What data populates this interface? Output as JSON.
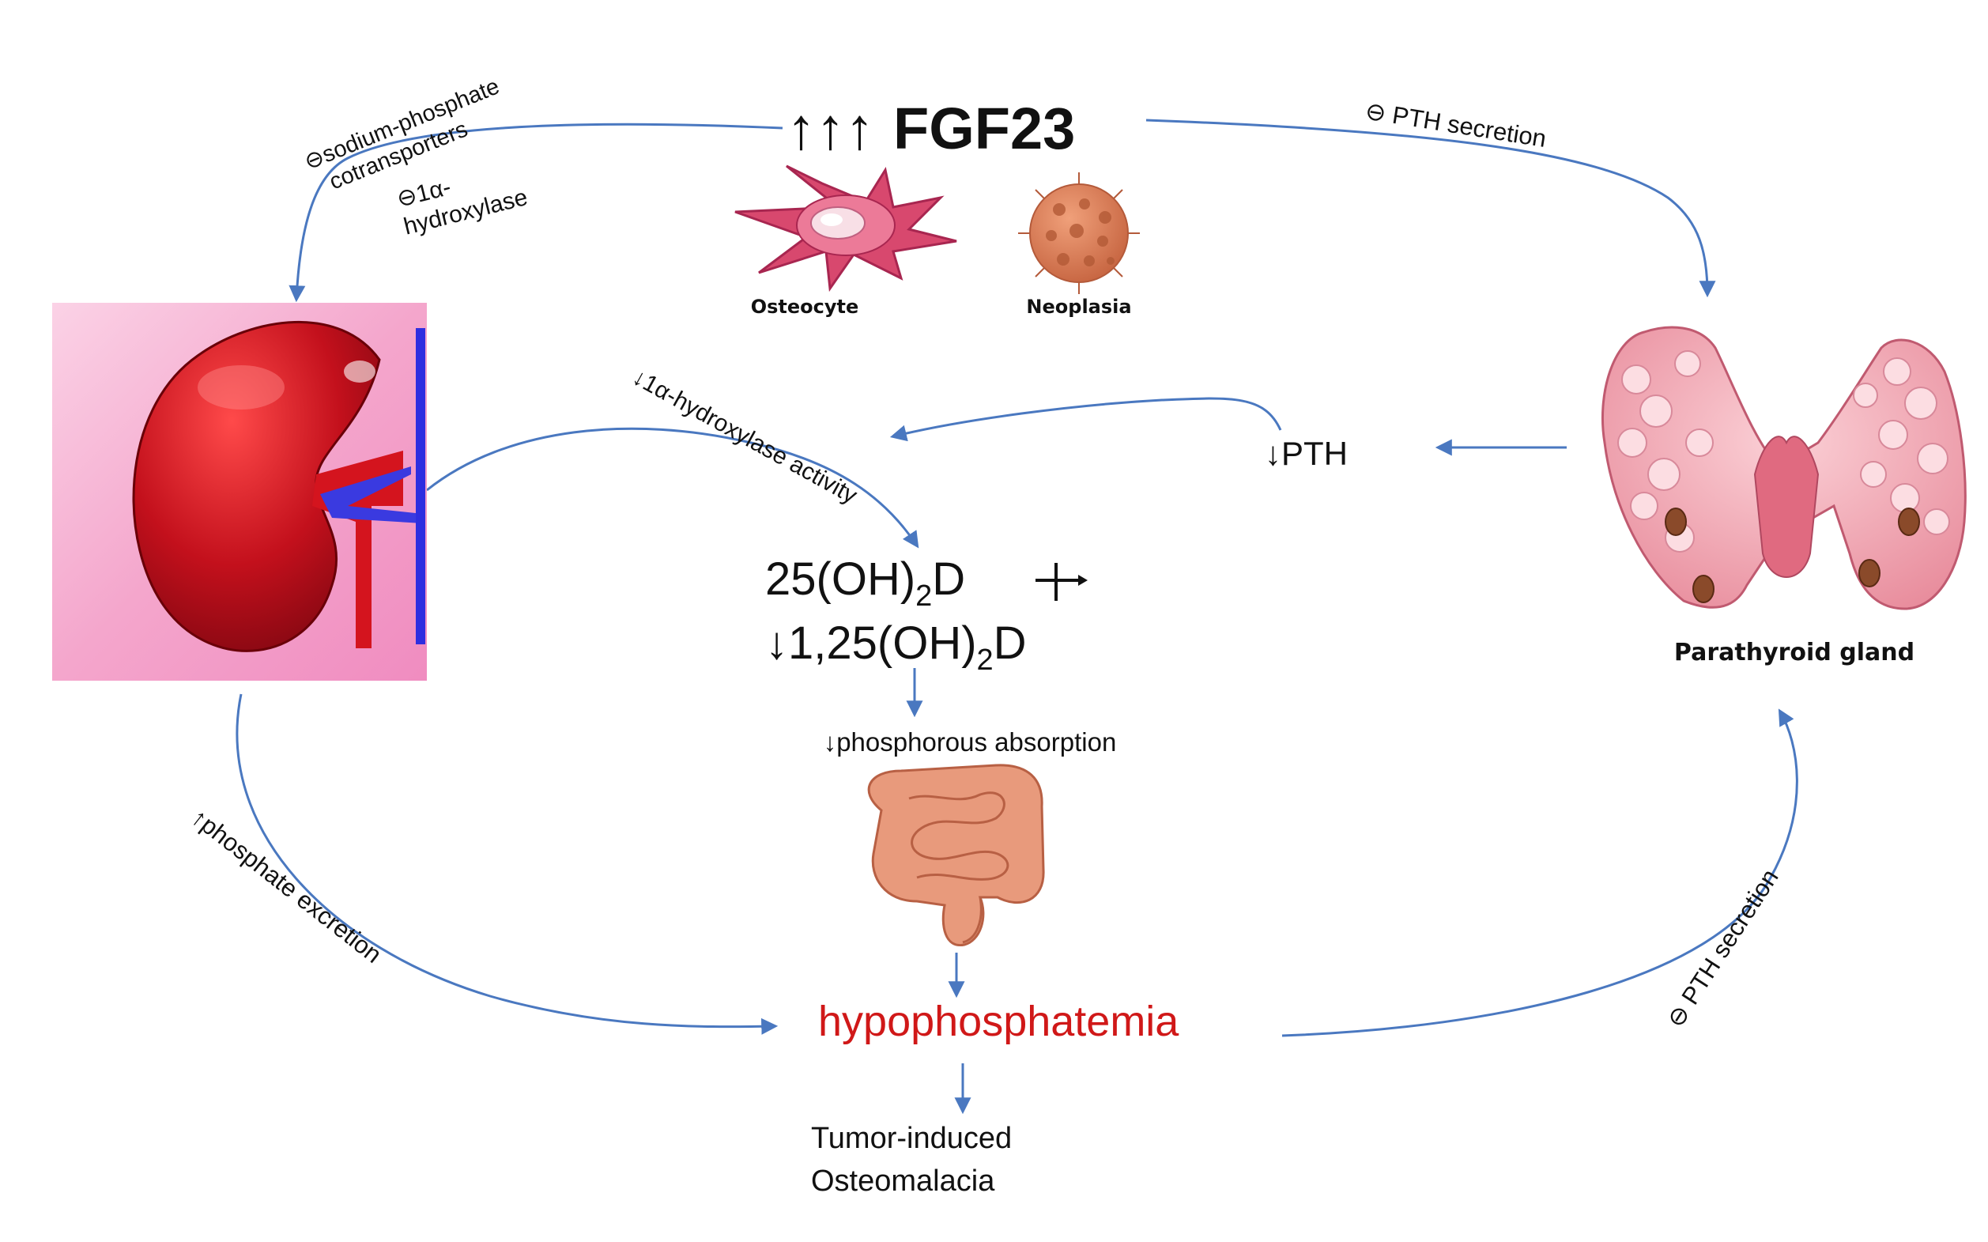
{
  "center": {
    "fgf23_arrows": "↑↑↑",
    "fgf23_title": "FGF23",
    "osteocyte_caption": "Osteocyte",
    "neoplasia_caption": "Neoplasia",
    "vitd_line1_prefix": "25(OH)",
    "vitd_line1_sub": "2",
    "vitd_line1_suffix": "D",
    "vitd_line2_prefix": "↓1,25(OH)",
    "vitd_line2_sub": "2",
    "vitd_line2_suffix": "D",
    "phos_absorption": "↓phosphorous absorption",
    "hypophosphatemia": "hypophosphatemia",
    "outcome_line1": "Tumor-induced",
    "outcome_line2": "Osteomalacia"
  },
  "left": {
    "na_pi_line1": "⊖sodium-phosphate",
    "na_pi_line2": "cotransporters",
    "hydroxylase_line1": "⊖1α-",
    "hydroxylase_line2": "hydroxylase",
    "phosphate_excretion": "↑phosphate excretion"
  },
  "middle": {
    "hydroxylase_activity": "↓1α-hydroxylase activity",
    "pth_down": "↓PTH"
  },
  "right": {
    "pth_secretion_top": "⊖ PTH secretion",
    "parathyroid_caption": "Parathyroid gland",
    "pth_secretion_bottom": "⊖ PTH secretion"
  },
  "colors": {
    "arrow": "#4a78c0",
    "hypophosphatemia": "#d01818",
    "kidney": "#c0121e",
    "kidney_bg": "#f2a0c8",
    "parathyroid": "#f0a8b4",
    "osteocyte": "#d8486e",
    "neoplasia": "#d97a55",
    "intestine": "#e89a7c"
  },
  "icons": [
    "kidney-icon",
    "osteocyte-icon",
    "neoplasia-icon",
    "parathyroid-gland-icon",
    "intestine-icon",
    "blocked-arrow-icon"
  ]
}
